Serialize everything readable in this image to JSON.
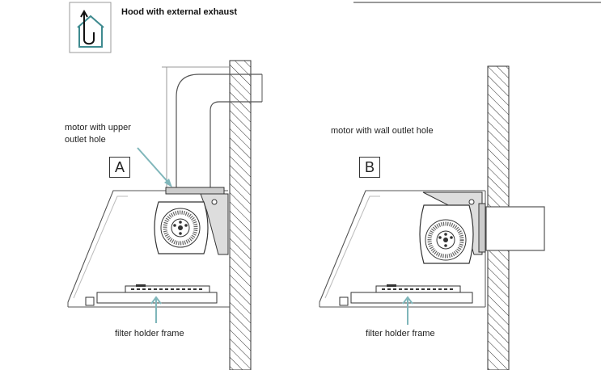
{
  "header": {
    "title": "Hood with external exhaust",
    "icon": "house-exhaust-icon"
  },
  "panel_a": {
    "letter": "A",
    "motor_label_line1": "motor with upper",
    "motor_label_line2": "outlet hole",
    "filter_label": "filter holder frame"
  },
  "panel_b": {
    "letter": "B",
    "motor_label": "motor with wall outlet hole",
    "filter_label": "filter holder frame"
  },
  "colors": {
    "accent": "#3e8a8f",
    "line": "#444444",
    "light": "#9a9a9a"
  }
}
